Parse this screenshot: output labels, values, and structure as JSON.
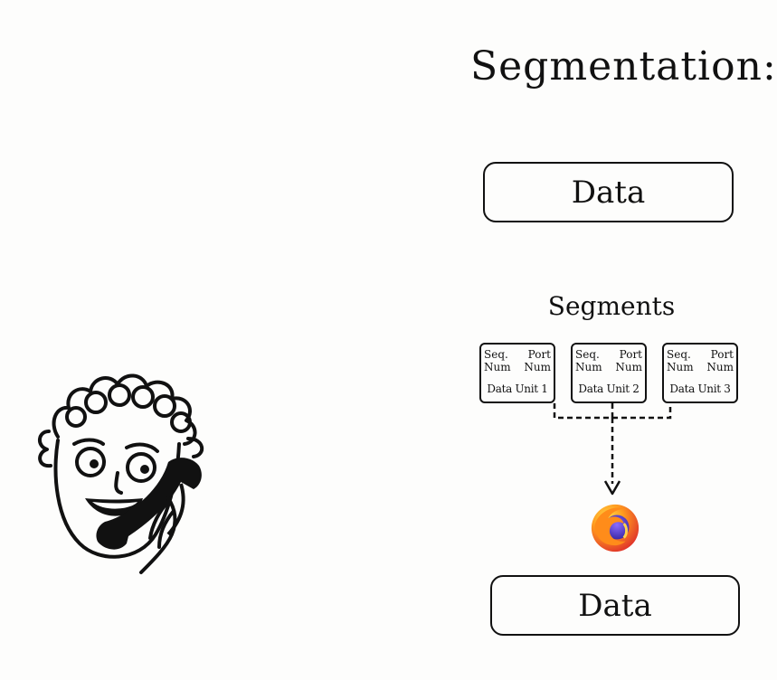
{
  "title": "Segmentation:",
  "data_top_label": "Data",
  "segments_label": "Segments",
  "segments": [
    {
      "seq": "Seq.",
      "port": "Port",
      "seq_num": "Num",
      "port_num": "Num",
      "unit": "Data Unit 1"
    },
    {
      "seq": "Seq.",
      "port": "Port",
      "seq_num": "Num",
      "port_num": "Num",
      "unit": "Data Unit 2"
    },
    {
      "seq": "Seq.",
      "port": "Port",
      "seq_num": "Num",
      "port_num": "Num",
      "unit": "Data Unit 3"
    }
  ],
  "data_bottom_label": "Data",
  "icons": {
    "browser": "firefox-browser-icon",
    "person": "person-on-phone-illustration"
  },
  "colors": {
    "ink": "#111111",
    "background": "#fdfdfc",
    "browser_orange": "#ff7a1a",
    "browser_purple": "#5b3fd0"
  }
}
